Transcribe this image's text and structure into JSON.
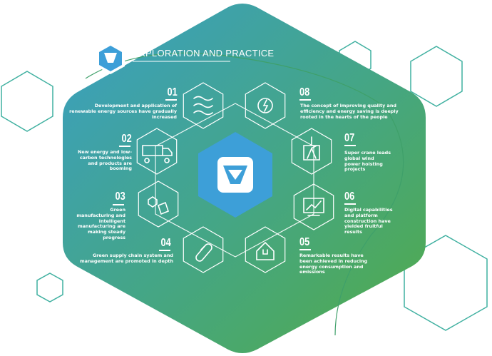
{
  "title": "EXPLORATION AND PRACTICE",
  "colors": {
    "gradient_start": "#3b9fc0",
    "gradient_end": "#4fa84e",
    "center_hex": "#3d9fd8",
    "outline": "#3fb0a0"
  },
  "items": [
    {
      "number": "01",
      "icon": "waves-icon",
      "text": "Development and application of renewable energy sources have gradually increased"
    },
    {
      "number": "02",
      "icon": "dump-truck-icon",
      "text": "New energy and low-carbon technologies and products are booming"
    },
    {
      "number": "03",
      "icon": "nut-bolt-icon",
      "text": "Green manufacturing and intelligent manufacturing are making steady progress"
    },
    {
      "number": "04",
      "icon": "chain-link-icon",
      "text": "Green supply chain system and management are promoted in depth"
    },
    {
      "number": "05",
      "icon": "house-plug-icon",
      "text": "Remarkable results have been achieved in reducing energy consumption and emissions"
    },
    {
      "number": "06",
      "icon": "chart-monitor-icon",
      "text": "Digital capabilities and platform construction have yielded fruitful results"
    },
    {
      "number": "07",
      "icon": "crane-wind-turbine-icon",
      "text": "Super crane leads global wind power hoisting projects"
    },
    {
      "number": "08",
      "icon": "energy-cycle-icon",
      "text": "The concept of improving quality and efficiency and energy saving is deeply rooted in the hearts of the people"
    }
  ]
}
